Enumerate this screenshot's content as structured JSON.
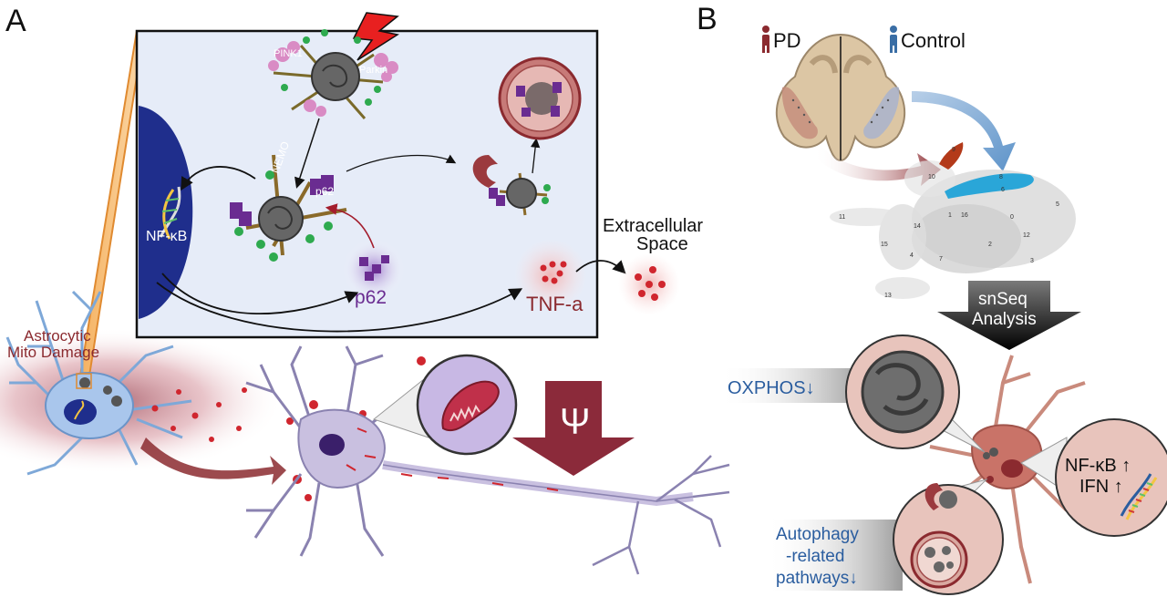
{
  "panel_a": {
    "letter": "A",
    "labels": {
      "pink1": "PINK1",
      "parkin": "Parkin",
      "nemo": "NEMO",
      "p62_box": "p62",
      "nfkb": "NF-κB",
      "p62_free": "p62",
      "tnf": "TNF-a",
      "extracellular_line1": "Extracellular",
      "extracellular_line2": "Space",
      "astro_line1": "Astrocytic",
      "astro_line2": "Mito Damage",
      "psi": "Ψ"
    }
  },
  "panel_b": {
    "letter": "B",
    "labels": {
      "pd": "PD",
      "control": "Control",
      "snseq_line1": "snSeq",
      "snseq_line2": "Analysis",
      "oxphos": "OXPHOS↓",
      "nfkb": "NF-κB ↑",
      "ifn": "IFN ↑",
      "autophagy_line1": "Autophagy",
      "autophagy_line2": "-related",
      "autophagy_line3": "pathways↓"
    },
    "cluster_labels": [
      "0",
      "1",
      "2",
      "3",
      "4",
      "5",
      "6",
      "7",
      "8",
      "9",
      "10",
      "11",
      "12",
      "13",
      "14",
      "15",
      "16"
    ]
  },
  "colors": {
    "pd": "#8b2a2f",
    "control": "#3a6ea5",
    "box_fill": "#e6ecf8",
    "nucleus": "#1f2e8c",
    "tnf": "#b8202a",
    "p62": "#6a2c91",
    "neuron": "#c9c0e0",
    "damage": "#a31d2d"
  }
}
